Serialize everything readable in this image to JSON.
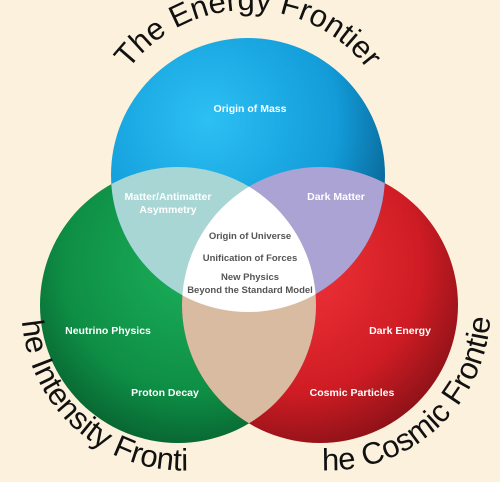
{
  "colors": {
    "background": "#fcf1dc",
    "energy": "#1ba3e0",
    "intensity": "#13944a",
    "cosmic": "#d81f26",
    "center": "#ffffff"
  },
  "circles": {
    "energy": {
      "title": "The Energy Frontier",
      "label": "Origin of Mass"
    },
    "intensity": {
      "title": "The Intensity Frontier",
      "labels": [
        "Neutrino Physics",
        "Proton Decay"
      ]
    },
    "cosmic": {
      "title": "The Cosmic Frontier",
      "labels": [
        "Dark Energy",
        "Cosmic Particles"
      ]
    }
  },
  "overlaps": {
    "energy_intensity": [
      "Matter/Antimatter",
      "Asymmetry"
    ],
    "energy_cosmic": "Dark Matter"
  },
  "center": {
    "line1": "Origin of Universe",
    "line2": "Unification of Forces",
    "line3": [
      "New Physics",
      "Beyond the Standard Model"
    ]
  }
}
